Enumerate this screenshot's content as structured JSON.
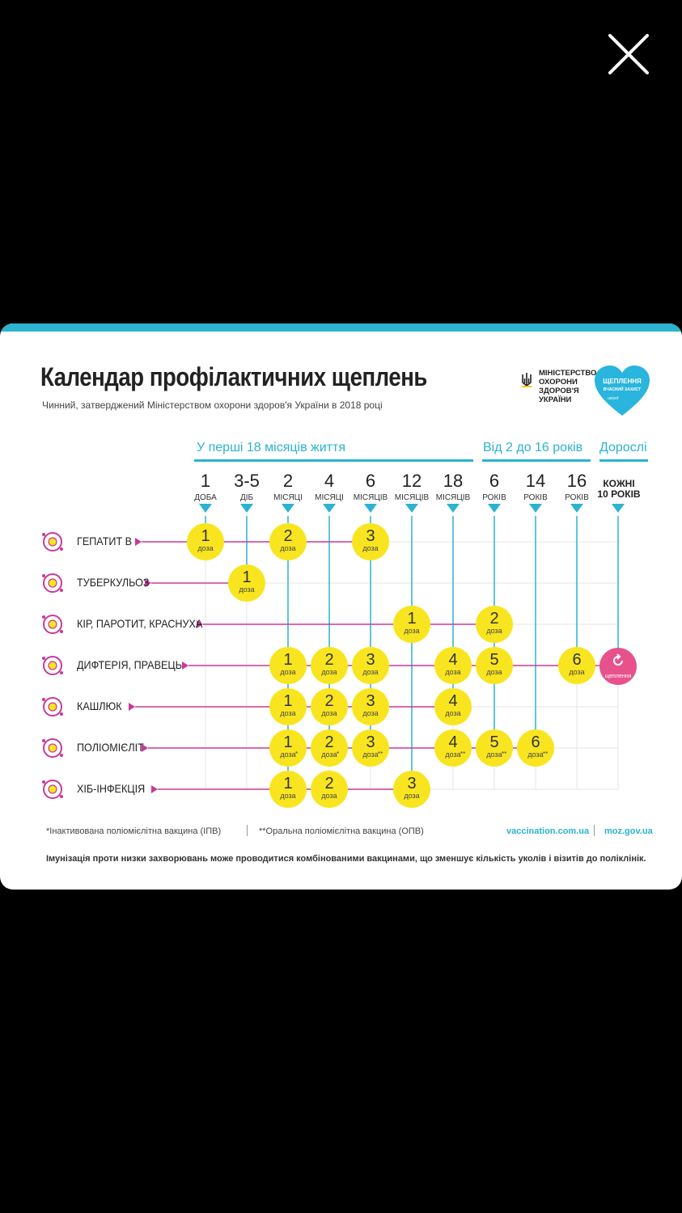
{
  "title": "Календар профілактичних щеплень",
  "subtitle": "Чинний, затверджений Міністерством охорони здоров'я України в 2018 році",
  "ministry": {
    "lines": [
      "МІНІСТЕРСТВО",
      "ОХОРОНИ",
      "ЗДОРОВ'Я",
      "УКРАЇНИ"
    ]
  },
  "unicef": {
    "line1": "ЩЕПЛЕННЯ",
    "line2": "ВЧАСНИЙ ЗАХИСТ",
    "brand": "unicef"
  },
  "sections": [
    {
      "label": "У перші 18 місяців життя"
    },
    {
      "label": "Від 2 до 16 років"
    },
    {
      "label": "Дорослі"
    }
  ],
  "ages": [
    {
      "num": "1",
      "unit": "ДОБА"
    },
    {
      "num": "3-5",
      "unit": "ДІБ"
    },
    {
      "num": "2",
      "unit": "МІСЯЦІ"
    },
    {
      "num": "4",
      "unit": "МІСЯЦІ"
    },
    {
      "num": "6",
      "unit": "МІСЯЦІВ"
    },
    {
      "num": "12",
      "unit": "МІСЯЦІВ"
    },
    {
      "num": "18",
      "unit": "МІСЯЦІВ"
    },
    {
      "num": "6",
      "unit": "РОКІВ"
    },
    {
      "num": "14",
      "unit": "РОКІВ"
    },
    {
      "num": "16",
      "unit": "РОКІВ"
    }
  ],
  "adult_age": {
    "line1": "КОЖНІ",
    "line2": "10 РОКІВ"
  },
  "dose_unit": "доза",
  "diseases": [
    {
      "name": "ГЕПАТИТ В",
      "icon": "hepatitis-virus-icon",
      "doses": [
        {
          "col": 0,
          "n": "1"
        },
        {
          "col": 2,
          "n": "2"
        },
        {
          "col": 4,
          "n": "3"
        }
      ]
    },
    {
      "name": "ТУБЕРКУЛЬОЗ",
      "icon": "tuberculosis-bacteria-icon",
      "doses": [
        {
          "col": 1,
          "n": "1"
        }
      ]
    },
    {
      "name": "КІР, ПАРОТИТ, КРАСНУХА",
      "icon": "measles-virus-icon",
      "doses": [
        {
          "col": 5,
          "n": "1"
        },
        {
          "col": 7,
          "n": "2"
        }
      ]
    },
    {
      "name": "ДИФТЕРІЯ, ПРАВЕЦЬ",
      "icon": "diphtheria-bacteria-icon",
      "doses": [
        {
          "col": 2,
          "n": "1"
        },
        {
          "col": 3,
          "n": "2"
        },
        {
          "col": 4,
          "n": "3"
        },
        {
          "col": 6,
          "n": "4"
        },
        {
          "col": 7,
          "n": "5"
        },
        {
          "col": 9,
          "n": "6"
        }
      ]
    },
    {
      "name": "КАШЛЮК",
      "icon": "pertussis-bacteria-icon",
      "doses": [
        {
          "col": 2,
          "n": "1"
        },
        {
          "col": 3,
          "n": "2"
        },
        {
          "col": 4,
          "n": "3"
        },
        {
          "col": 6,
          "n": "4"
        }
      ]
    },
    {
      "name": "ПОЛІОМІЄЛІТ",
      "icon": "polio-virus-icon",
      "doses": [
        {
          "col": 2,
          "n": "1",
          "mark": "*"
        },
        {
          "col": 3,
          "n": "2",
          "mark": "*"
        },
        {
          "col": 4,
          "n": "3",
          "mark": "**"
        },
        {
          "col": 6,
          "n": "4",
          "mark": "**"
        },
        {
          "col": 7,
          "n": "5",
          "mark": "**"
        },
        {
          "col": 8,
          "n": "6",
          "mark": "**"
        }
      ]
    },
    {
      "name": "ХІБ-ІНФЕКЦІЯ",
      "icon": "hib-bacteria-icon",
      "doses": [
        {
          "col": 2,
          "n": "1"
        },
        {
          "col": 3,
          "n": "2"
        },
        {
          "col": 5,
          "n": "3"
        }
      ]
    }
  ],
  "booster": {
    "label": "щеплення",
    "icon": "refresh-icon"
  },
  "footnotes": {
    "ipv": "*Інактивована поліомієлітна вакцина (ІПВ)",
    "opv": "**Оральна поліомієлітна вакцина (ОПВ)"
  },
  "links": {
    "site1": "vaccination.com.ua",
    "site2": "moz.gov.ua"
  },
  "bottom_note": "Імунізація проти низки захворювань може проводитися комбінованими вакцинами, що зменшує кількість уколів і візитів до поліклінік.",
  "colors": {
    "accent": "#2bb3cf",
    "dose": "#f9e51f",
    "line": "#c73a9a",
    "booster": "#e8528c"
  }
}
